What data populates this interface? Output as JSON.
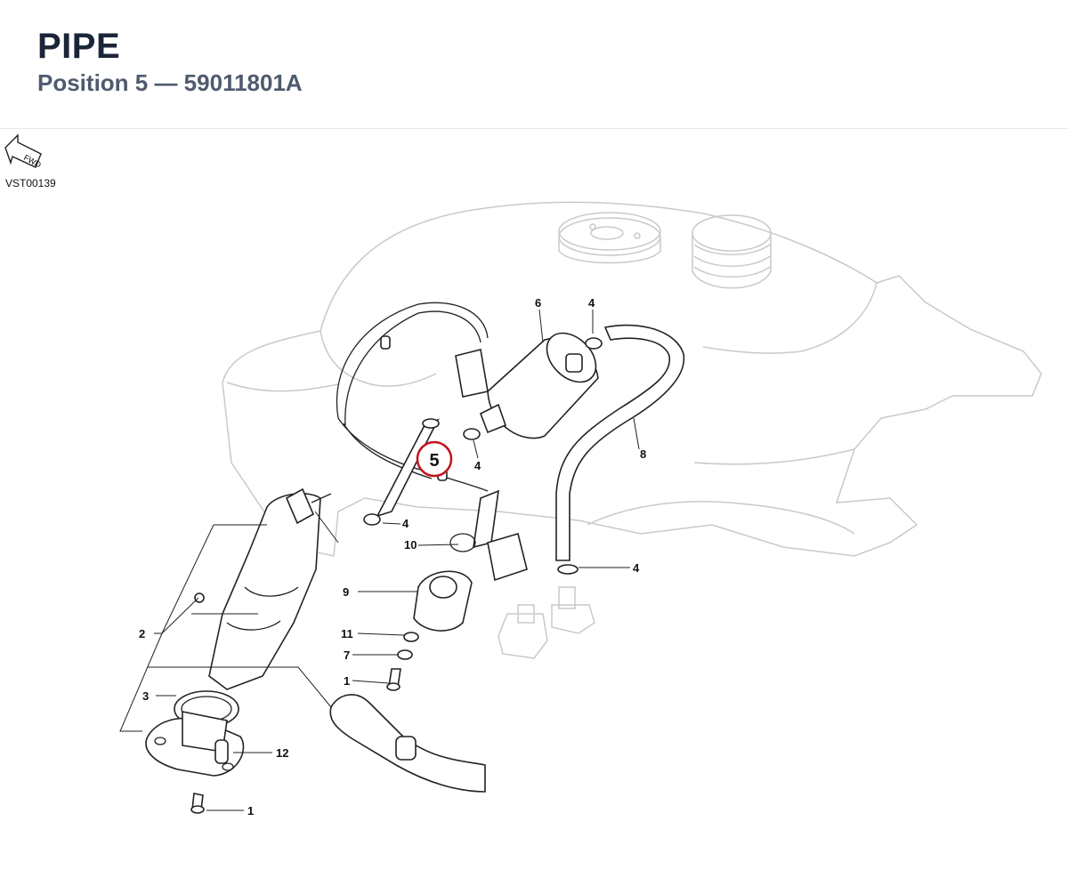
{
  "header": {
    "title": "PIPE",
    "subtitle": "Position 5 — 59011801A"
  },
  "diagram": {
    "code": "VST00139",
    "fwd_label": "FWD",
    "highlight_label": "5",
    "highlight_color": "#c0141e",
    "callouts": [
      "6",
      "4",
      "4",
      "8",
      "4",
      "10",
      "4",
      "9",
      "11",
      "7",
      "1",
      "2",
      "3",
      "12",
      "1"
    ]
  }
}
